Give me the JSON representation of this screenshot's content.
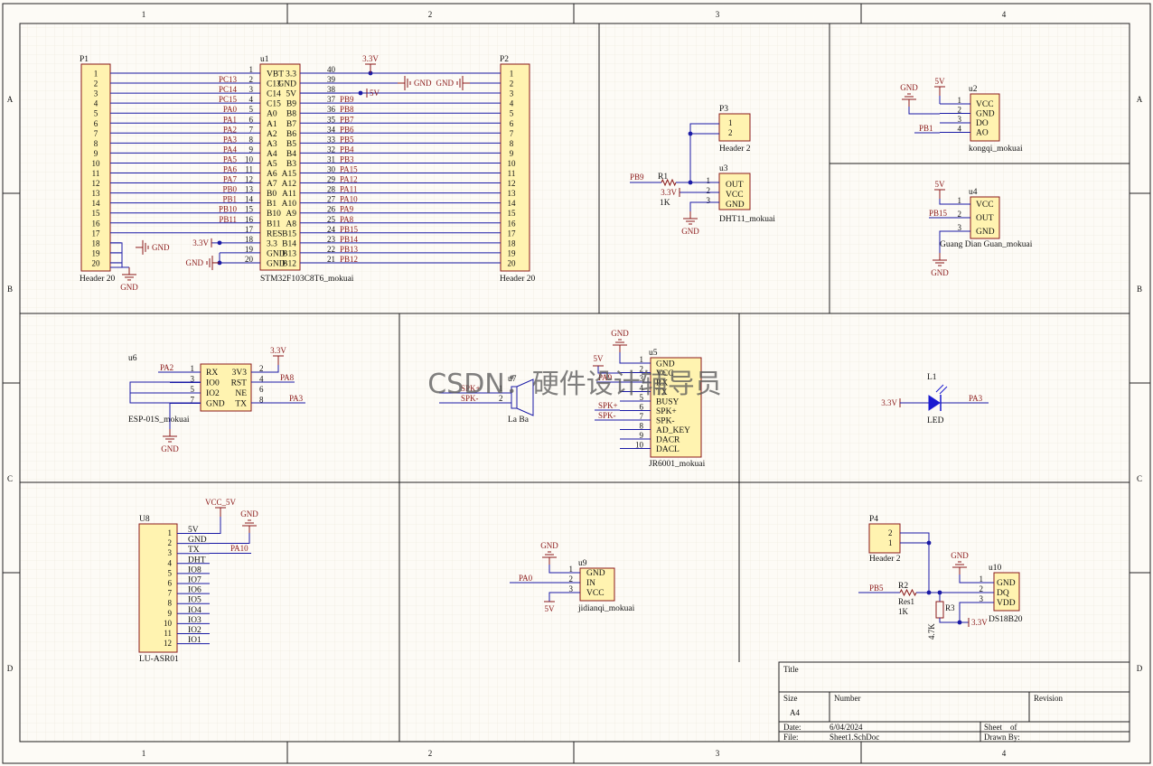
{
  "frame": {
    "cols": [
      "1",
      "2",
      "3",
      "4"
    ],
    "rows": [
      "A",
      "B",
      "C",
      "D"
    ]
  },
  "watermark": "CSDN：硬件设计辅导员",
  "title_block": {
    "title_label": "Title",
    "size_label": "Size",
    "size_value": "A4",
    "number_label": "Number",
    "revision_label": "Revision",
    "date_label": "Date:",
    "date_value": "6/04/2024",
    "file_label": "File:",
    "file_value": "Sheet1.SchDoc",
    "sheet_label": "Sheet",
    "of_label": "of",
    "drawn_label": "Drawn By:"
  },
  "mcu": {
    "designator": "u1",
    "name": "STM32F103C8T6_mokuai",
    "left_pins": [
      "VBT",
      "C13",
      "C14",
      "C15",
      "A0",
      "A1",
      "A2",
      "A3",
      "A4",
      "A5",
      "A6",
      "A7",
      "B0",
      "B1",
      "B10",
      "B11",
      "RES",
      "3.3",
      "GND",
      "GND"
    ],
    "right_pins": [
      "3.3",
      "GND",
      "5V",
      "B9",
      "B8",
      "B7",
      "B6",
      "B5",
      "B4",
      "B3",
      "A15",
      "A12",
      "A11",
      "A10",
      "A9",
      "A8",
      "B15",
      "B14",
      "B13",
      "B12"
    ],
    "left_nums": [
      "1",
      "2",
      "3",
      "4",
      "5",
      "6",
      "7",
      "8",
      "9",
      "10",
      "11",
      "12",
      "13",
      "14",
      "15",
      "16",
      "17",
      "18",
      "19",
      "20"
    ],
    "right_nums": [
      "40",
      "39",
      "38",
      "37",
      "36",
      "35",
      "34",
      "33",
      "32",
      "31",
      "30",
      "29",
      "28",
      "27",
      "26",
      "25",
      "24",
      "23",
      "22",
      "21"
    ],
    "left_nets": [
      "",
      "PC13",
      "PC14",
      "PC15",
      "PA0",
      "PA1",
      "PA2",
      "PA3",
      "PA4",
      "PA5",
      "PA6",
      "PA7",
      "PB0",
      "PB1",
      "PB10",
      "PB11",
      "",
      "",
      "",
      ""
    ],
    "right_nets": [
      "",
      "",
      "",
      "PB9",
      "PB8",
      "PB7",
      "PB6",
      "PB5",
      "PB4",
      "PB3",
      "PA15",
      "PA12",
      "PA11",
      "PA10",
      "PA9",
      "PA8",
      "PB15",
      "PB14",
      "PB13",
      "PB12"
    ]
  },
  "p1": {
    "designator": "P1",
    "name": "Header 20"
  },
  "p2": {
    "designator": "P2",
    "name": "Header 20"
  },
  "header_nums": [
    "1",
    "2",
    "3",
    "4",
    "5",
    "6",
    "7",
    "8",
    "9",
    "10",
    "11",
    "12",
    "13",
    "14",
    "15",
    "16",
    "17",
    "18",
    "19",
    "20"
  ],
  "mcu_power": {
    "v33": "3.3V",
    "v5": "5V",
    "gnd": "GND"
  },
  "dht11": {
    "p3": "P3",
    "p3_name": "Header 2",
    "p3_pins": [
      "1",
      "2"
    ],
    "designator": "u3",
    "name": "DHT11_mokuai",
    "pins": [
      "OUT",
      "VCC",
      "GND"
    ],
    "nums": [
      "1",
      "2",
      "3"
    ],
    "r_des": "R1",
    "r_val": "1K",
    "net_in": "PB9",
    "v33": "3.3V",
    "gnd": "GND"
  },
  "kongqi": {
    "designator": "u2",
    "name": "kongqi_mokuai",
    "pins": [
      "VCC",
      "GND",
      "DO",
      "AO"
    ],
    "nums": [
      "1",
      "2",
      "3",
      "4"
    ],
    "gnd": "GND",
    "v5": "5V",
    "net": "PB1"
  },
  "guangdian": {
    "designator": "u4",
    "name": "Guang Dian Guan_mokuai",
    "pins": [
      "VCC",
      "OUT",
      "GND"
    ],
    "nums": [
      "1",
      "2",
      "3"
    ],
    "v5": "5V",
    "net": "PB15",
    "gnd": "GND"
  },
  "esp": {
    "designator": "u6",
    "name": "ESP-01S_mokuai",
    "left_pins": [
      "RX",
      "IO0",
      "IO2",
      "GND"
    ],
    "right_pins": [
      "3V3",
      "RST",
      "NE",
      "TX"
    ],
    "left_nums": [
      "1",
      "3",
      "5",
      "7"
    ],
    "right_nums": [
      "2",
      "4",
      "6",
      "8"
    ],
    "net_rx": "PA2",
    "v33": "3.3V",
    "net_rst": "PA8",
    "net_tx": "PA3",
    "gnd": "GND"
  },
  "speaker": {
    "designator": "u7",
    "name": "La Ba",
    "nets": [
      "SPK+",
      "SPK-"
    ],
    "nums": [
      "1",
      "2"
    ]
  },
  "jr6001": {
    "designator": "u5",
    "name": "JR6001_mokuai",
    "pins": [
      "GND",
      "VCC",
      "RX",
      "TX",
      "BUSY",
      "SPK+",
      "SPK-",
      "AD_KEY",
      "DACR",
      "DACL"
    ],
    "nums": [
      "1",
      "2",
      "3",
      "4",
      "5",
      "6",
      "7",
      "8",
      "9",
      "10"
    ],
    "gnd": "GND",
    "v5": "5V",
    "net_rx": "PA9",
    "spk_p": "SPK+",
    "spk_n": "SPK-"
  },
  "led": {
    "designator": "L1",
    "name": "LED",
    "v33": "3.3V",
    "net": "PA3"
  },
  "asr": {
    "designator": "U8",
    "name": "LU-ASR01",
    "nums": [
      "1",
      "2",
      "3",
      "4",
      "5",
      "6",
      "7",
      "8",
      "9",
      "10",
      "11",
      "12"
    ],
    "labels": [
      "5V",
      "GND",
      "TX",
      "DHT",
      "IO8",
      "IO7",
      "IO6",
      "IO5",
      "IO4",
      "IO3",
      "IO2",
      "IO1"
    ],
    "vcc": "VCC_5V",
    "gnd": "GND",
    "net_tx": "PA10"
  },
  "relay": {
    "designator": "u9",
    "name": "jidianqi_mokuai",
    "pins": [
      "GND",
      "IN",
      "VCC"
    ],
    "nums": [
      "1",
      "2",
      "3"
    ],
    "gnd": "GND",
    "net": "PA0",
    "v5": "5V"
  },
  "ds18b20": {
    "p4": "P4",
    "p4_name": "Header 2",
    "p4_pins": [
      "2",
      "1"
    ],
    "designator": "u10",
    "name": "DS18B20",
    "pins": [
      "GND",
      "DQ",
      "VDD"
    ],
    "nums": [
      "1",
      "2",
      "3"
    ],
    "r2_des": "R2",
    "r2_name": "Res1",
    "r2_val": "1K",
    "r3_des": "R3",
    "r3_val": "4.7K",
    "net": "PB5",
    "gnd": "GND",
    "v33": "3.3V"
  },
  "colors": {
    "wire": "#1a1aa6",
    "part_body": "#fff3b0",
    "part_line": "#8b1a1a",
    "power": "#8b1a1a",
    "grid": "#ece7da",
    "frame": "#222222",
    "led": "#1a1ad0"
  }
}
